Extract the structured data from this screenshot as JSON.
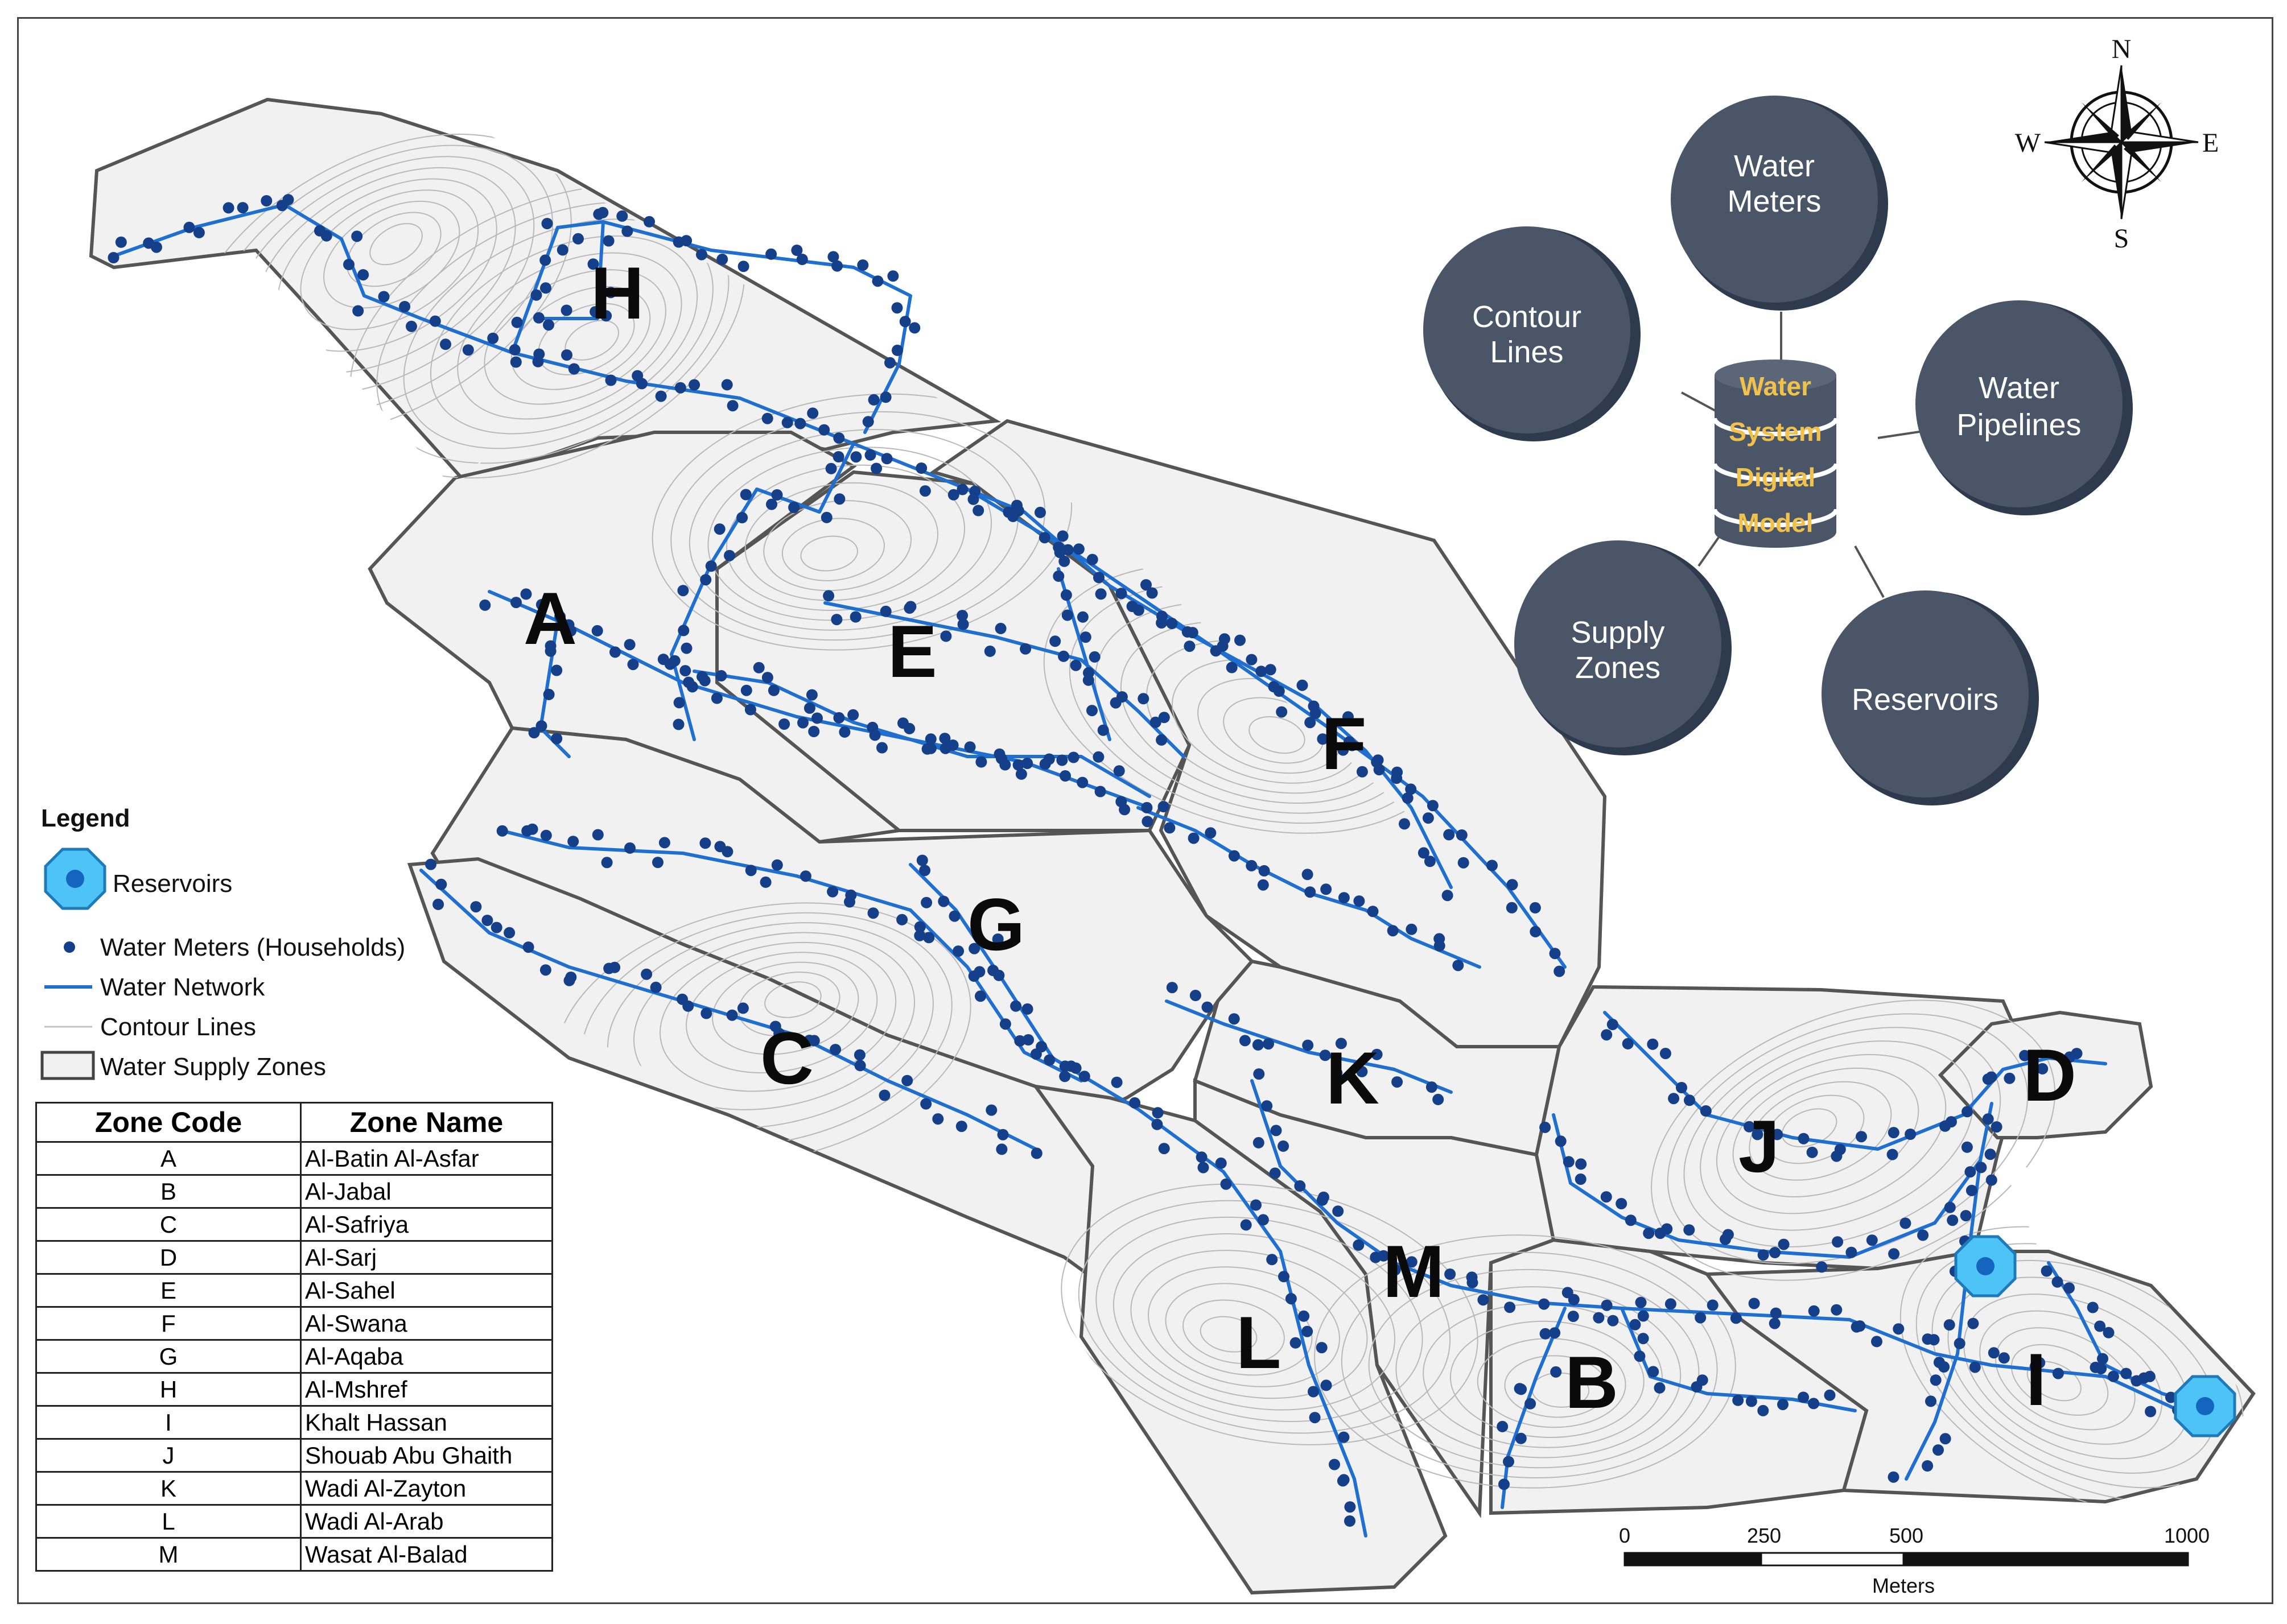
{
  "legend": {
    "title": "Legend",
    "items": [
      {
        "label": "Reservoirs",
        "icon": "reservoir-icon"
      },
      {
        "label": "Water Meters (Households)",
        "icon": "water-meter-icon"
      },
      {
        "label": "Water Network",
        "icon": "pipe-line-icon"
      },
      {
        "label": "Contour Lines",
        "icon": "contour-line-icon"
      },
      {
        "label": "Water Supply Zones",
        "icon": "zone-box-icon"
      }
    ]
  },
  "zones": {
    "headers": {
      "code": "Zone Code",
      "name": "Zone Name"
    },
    "rows": [
      {
        "code": "A",
        "name": "Al-Batin Al-Asfar"
      },
      {
        "code": "B",
        "name": "Al-Jabal"
      },
      {
        "code": "C",
        "name": "Al-Safriya"
      },
      {
        "code": "D",
        "name": "Al-Sarj"
      },
      {
        "code": "E",
        "name": "Al-Sahel"
      },
      {
        "code": "F",
        "name": "Al-Swana"
      },
      {
        "code": "G",
        "name": "Al-Aqaba"
      },
      {
        "code": "H",
        "name": "Al-Mshref"
      },
      {
        "code": "I",
        "name": "Khalt Hassan"
      },
      {
        "code": "J",
        "name": "Shouab Abu Ghaith"
      },
      {
        "code": "K",
        "name": "Wadi Al-Zayton"
      },
      {
        "code": "L",
        "name": "Wadi Al-Arab"
      },
      {
        "code": "M",
        "name": "Wasat Al-Balad"
      }
    ]
  },
  "model": {
    "center": [
      "Water",
      "System",
      "Digital",
      "Model"
    ],
    "components": [
      [
        "Water",
        "Meters"
      ],
      [
        "Contour",
        "Lines"
      ],
      [
        "Water",
        "Pipelines"
      ],
      [
        "Supply",
        "Zones"
      ],
      [
        "Reservoirs"
      ]
    ]
  },
  "compass": {
    "n": "N",
    "s": "S",
    "e": "E",
    "w": "W"
  },
  "scale": {
    "ticks": [
      "0",
      "250",
      "500",
      "1000"
    ],
    "unit": "Meters"
  },
  "colors": {
    "pipe": "#1f6fd0",
    "meter": "#153f88",
    "reservoir": "#4ec3f5",
    "model_circle": "#4a5568",
    "db_text": "#f0c24b"
  }
}
